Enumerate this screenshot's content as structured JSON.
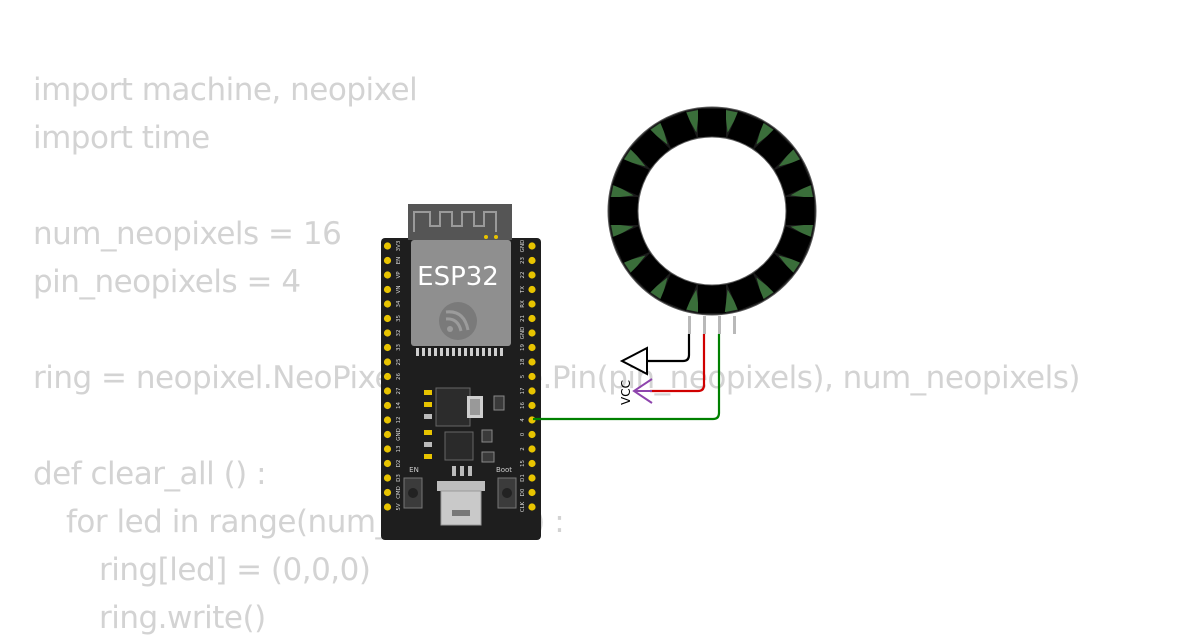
{
  "code_lines": [
    {
      "indent": 0,
      "text": "import machine, neopixel"
    },
    {
      "indent": 0,
      "text": "import time"
    },
    {
      "indent": 0,
      "text": ""
    },
    {
      "indent": 0,
      "text": "num_neopixels = 16"
    },
    {
      "indent": 0,
      "text": "pin_neopixels = 4"
    },
    {
      "indent": 0,
      "text": ""
    },
    {
      "indent": 0,
      "text": "ring = neopixel.NeoPixel(machine.Pin(pin_neopixels), num_neopixels)"
    },
    {
      "indent": 0,
      "text": ""
    },
    {
      "indent": 0,
      "text": "def clear_all () :"
    },
    {
      "indent": 1,
      "text": "for led in range(num_neopixels) :"
    },
    {
      "indent": 2,
      "text": "ring[led] = (0,0,0)"
    },
    {
      "indent": 2,
      "text": "ring.write()"
    }
  ],
  "board": {
    "name": "ESP32",
    "button_en": "EN",
    "button_boot": "Boot",
    "left_pins": [
      "3V3",
      "EN",
      "VP",
      "VN",
      "34",
      "35",
      "32",
      "33",
      "25",
      "26",
      "27",
      "14",
      "12",
      "GND",
      "13",
      "D2",
      "D3",
      "CMD",
      "5V"
    ],
    "right_pins": [
      "GND",
      "23",
      "22",
      "TX",
      "RX",
      "21",
      "GND",
      "19",
      "18",
      "5",
      "17",
      "16",
      "4",
      "0",
      "2",
      "15",
      "D1",
      "D0",
      "CLK"
    ]
  },
  "neopixel_ring": {
    "pixel_count": 16
  },
  "power_label": "VCC",
  "colors": {
    "code_text": "#d3d3d3",
    "board_body": "#1e1e1e",
    "pin_gold": "#e8c400",
    "module_shield": "#8f8f8f",
    "ring_body": "#1a1a1a",
    "ring_led": "#000000",
    "ring_accent": "#3a6e3a",
    "wire_ground": "#000000",
    "wire_vcc": "#d00000",
    "wire_data": "#008000",
    "vcc_symbol": "#8e44ad"
  }
}
